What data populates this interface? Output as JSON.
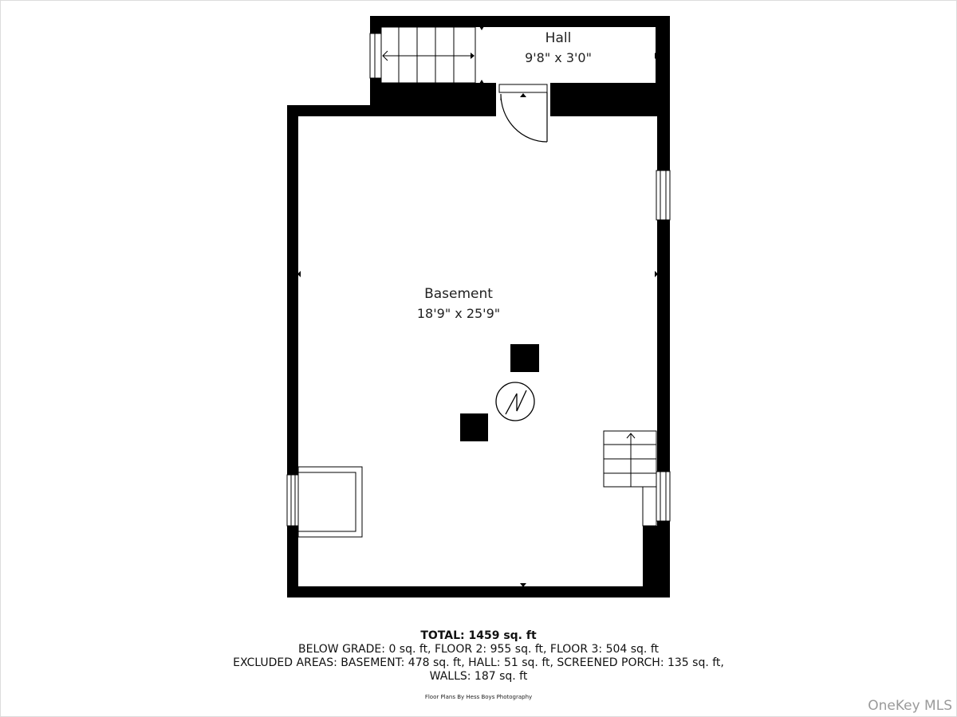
{
  "rooms": {
    "hall": {
      "name": "Hall",
      "dimensions": "9'8\" x 3'0\""
    },
    "basement": {
      "name": "Basement",
      "dimensions": "18'9\" x 25'9\""
    }
  },
  "summary": {
    "total": "TOTAL: 1459 sq. ft",
    "line1": "BELOW GRADE: 0 sq. ft, FLOOR 2: 955 sq. ft, FLOOR 3: 504 sq. ft",
    "line2": "EXCLUDED AREAS: BASEMENT: 478 sq. ft, HALL: 51 sq. ft, SCREENED PORCH: 135 sq. ft,",
    "line3": "WALLS: 187 sq. ft"
  },
  "credit": "Floor Plans By Hess Boys Photography",
  "watermark": "OneKey MLS",
  "colors": {
    "wall": "#000000",
    "background": "#ffffff",
    "watermark": "#9a9a9a"
  }
}
